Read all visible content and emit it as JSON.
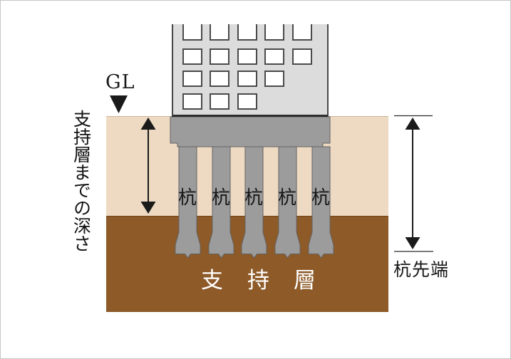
{
  "diagram": {
    "gl_label": "GL",
    "depth_label": "支持層までの深さ",
    "pile_labels": [
      "杭",
      "杭",
      "杭",
      "杭",
      "杭"
    ],
    "support_layer_label": {
      "text": "支持層",
      "chars": [
        "支",
        "持",
        "層"
      ]
    },
    "pile_tip_label": "杭先端"
  },
  "colors": {
    "soil_upper": "#eedac2",
    "soil_support": "#8d5a28",
    "building_wall": "#dcdcdc",
    "window": "#ffffff",
    "concrete": "#9c9c9c",
    "line": "#1a1a1a",
    "support_text": "#ffffff",
    "frame_border": "#c6c6c6"
  }
}
